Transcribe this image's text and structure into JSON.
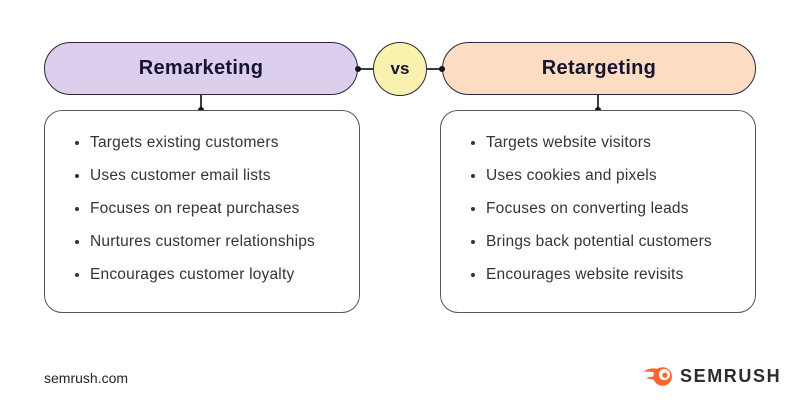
{
  "diagram": {
    "left": {
      "title": "Remarketing",
      "items": [
        "Targets existing customers",
        "Uses customer email lists",
        "Focuses on repeat purchases",
        "Nurtures customer relationships",
        "Encourages customer loyalty"
      ]
    },
    "versus_label": "vs",
    "right": {
      "title": "Retargeting",
      "items": [
        "Targets website visitors",
        "Uses cookies and pixels",
        "Focuses on converting leads",
        "Brings back potential customers",
        "Encourages website revisits"
      ]
    },
    "colors": {
      "remarketing_fill": "#dccfee",
      "retargeting_fill": "#fcdcc2",
      "versus_fill": "#f9f2ae",
      "outline_dark": "#2a2736",
      "box_border": "#55555c",
      "heading_text": "#17142e",
      "body_text": "#33333a",
      "brand_orange": "#ff642d",
      "brand_text": "#2b2b31"
    }
  },
  "footer": {
    "site": "semrush.com",
    "brand": "SEMRUSH"
  }
}
